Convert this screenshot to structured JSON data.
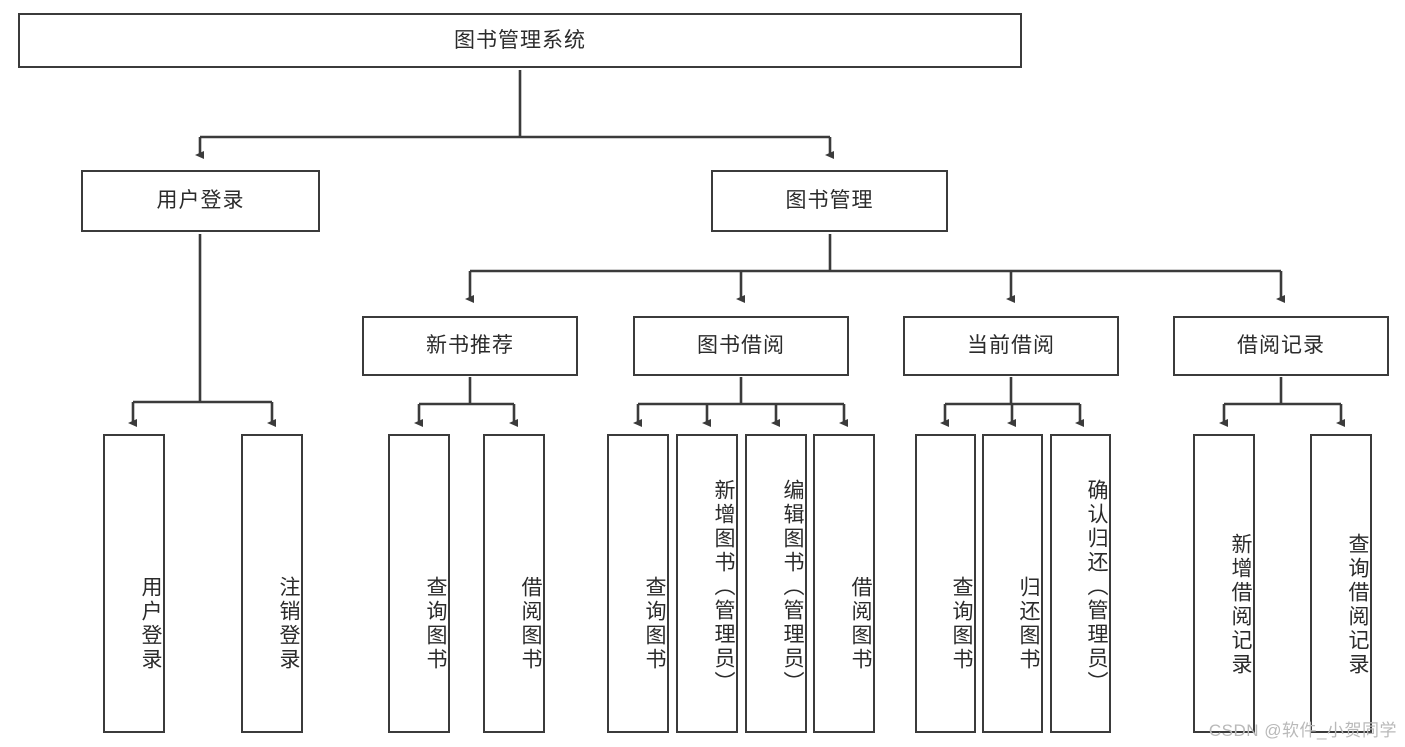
{
  "diagram": {
    "title": "图书管理系统",
    "type": "tree-hierarchy",
    "root": {
      "id": "root",
      "label": "图书管理系统"
    },
    "level2": [
      {
        "id": "user-login",
        "label": "用户登录"
      },
      {
        "id": "book-manage",
        "label": "图书管理"
      }
    ],
    "level3": [
      {
        "id": "new-book-recommend",
        "label": "新书推荐",
        "parent": "book-manage"
      },
      {
        "id": "book-borrow",
        "label": "图书借阅",
        "parent": "book-manage"
      },
      {
        "id": "current-borrow",
        "label": "当前借阅",
        "parent": "book-manage"
      },
      {
        "id": "borrow-record",
        "label": "借阅记录",
        "parent": "book-manage"
      }
    ],
    "leaves": [
      {
        "id": "leaf-user-login",
        "label": "用户登录",
        "parent": "user-login"
      },
      {
        "id": "leaf-logout",
        "label": "注销登录",
        "parent": "user-login"
      },
      {
        "id": "leaf-query-book-1",
        "label": "查询图书",
        "parent": "new-book-recommend"
      },
      {
        "id": "leaf-borrow-book-1",
        "label": "借阅图书",
        "parent": "new-book-recommend"
      },
      {
        "id": "leaf-query-book-2",
        "label": "查询图书",
        "parent": "book-borrow"
      },
      {
        "id": "leaf-add-book",
        "label": "新增图书（管理员）",
        "parent": "book-borrow"
      },
      {
        "id": "leaf-edit-book",
        "label": "编辑图书（管理员）",
        "parent": "book-borrow"
      },
      {
        "id": "leaf-borrow-book-2",
        "label": "借阅图书",
        "parent": "book-borrow"
      },
      {
        "id": "leaf-query-book-3",
        "label": "查询图书",
        "parent": "current-borrow"
      },
      {
        "id": "leaf-return-book",
        "label": "归还图书",
        "parent": "current-borrow"
      },
      {
        "id": "leaf-confirm-return",
        "label": "确认归还（管理员）",
        "parent": "current-borrow"
      },
      {
        "id": "leaf-add-record",
        "label": "新增借阅记录",
        "parent": "borrow-record"
      },
      {
        "id": "leaf-query-record",
        "label": "查询借阅记录",
        "parent": "borrow-record"
      }
    ],
    "watermark": "CSDN @软件_小贺同学",
    "colors": {
      "border": "#3b3b3b",
      "text": "#2b2b2b",
      "background": "#ffffff",
      "watermark": "#b9b9b9"
    }
  }
}
